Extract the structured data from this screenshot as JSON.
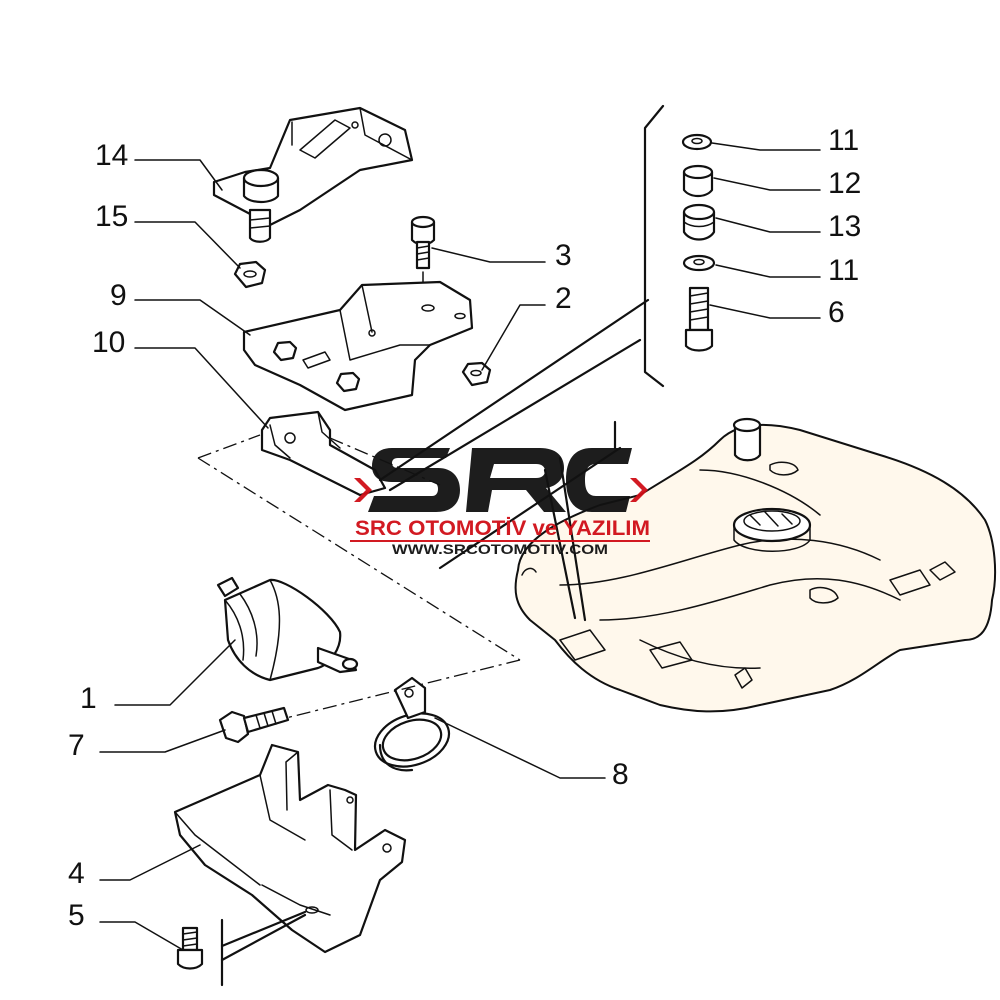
{
  "callouts": {
    "c1": "1",
    "c2": "2",
    "c3": "3",
    "c4": "4",
    "c5": "5",
    "c6": "6",
    "c7": "7",
    "c8": "8",
    "c9": "9",
    "c10": "10",
    "c11a": "11",
    "c11b": "11",
    "c12": "12",
    "c13": "13",
    "c14": "14",
    "c15": "15"
  },
  "watermark": {
    "logo": "SRC",
    "name": "SRC OTOMOTİV ve YAZILIM",
    "url": "WWW.SRCOTOMOTIV.COM",
    "accent_color": "#d00e17"
  }
}
